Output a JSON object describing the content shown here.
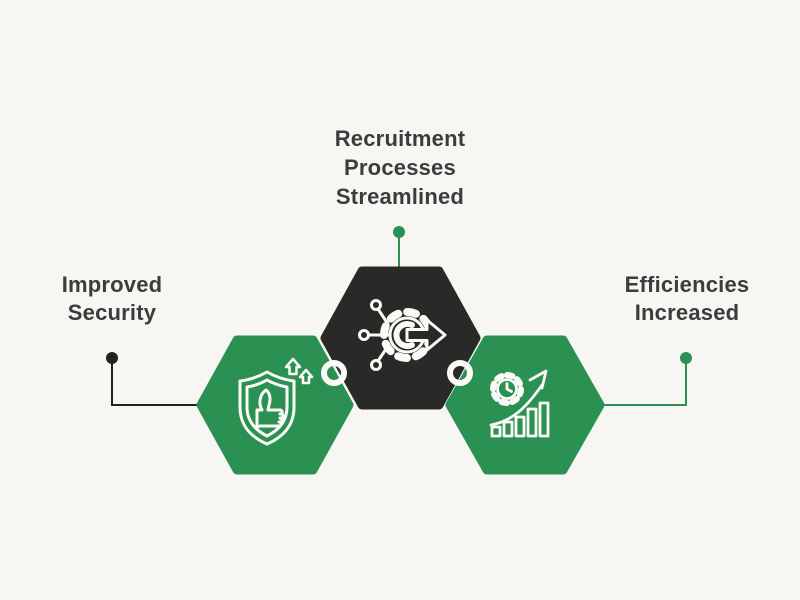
{
  "diagram": {
    "type": "hexagon-infographic",
    "nodes": [
      {
        "id": "improved-security",
        "label": "Improved\nSecurity",
        "icon": "shield-thumbs-up-icon",
        "shape_color": "#2B9152"
      },
      {
        "id": "recruitment-processes-streamlined",
        "label": "Recruitment\nProcesses\nStreamlined",
        "icon": "process-automation-gear-arrow-icon",
        "shape_color": "#292927"
      },
      {
        "id": "efficiencies-increased",
        "label": "Efficiencies\nIncreased",
        "icon": "gear-clock-growth-chart-icon",
        "shape_color": "#2B9152"
      }
    ]
  },
  "colors": {
    "bg": "#f7f6f3",
    "green": "#2b9152",
    "dark": "#292927",
    "text": "#3c3c3c",
    "line-dark": "#222222",
    "white": "#fbfaf7"
  }
}
